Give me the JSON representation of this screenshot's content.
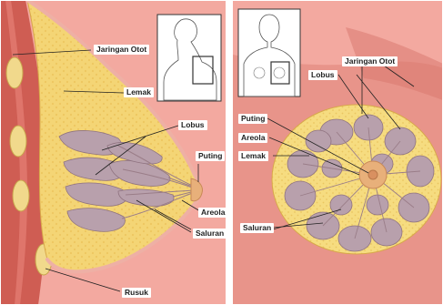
{
  "left_panel": {
    "labels": {
      "muscle": "Jaringan Otot",
      "fat": "Lemak",
      "lobes": "Lobus",
      "nipple": "Puting",
      "areola": "Areola",
      "ducts": "Saluran",
      "ribs": "Rusuk"
    }
  },
  "right_panel": {
    "labels": {
      "muscle": "Jaringan Otot",
      "lobes": "Lobus",
      "nipple": "Puting",
      "areola": "Areola",
      "fat": "Lemak",
      "ducts": "Saluran"
    }
  },
  "colors": {
    "skin": "#f3a9a0",
    "muscle": "#d9695f",
    "fat": "#f4d575",
    "lobe": "#b8a0ac",
    "rib": "#f1d98c",
    "areola": "#e8b07a"
  }
}
